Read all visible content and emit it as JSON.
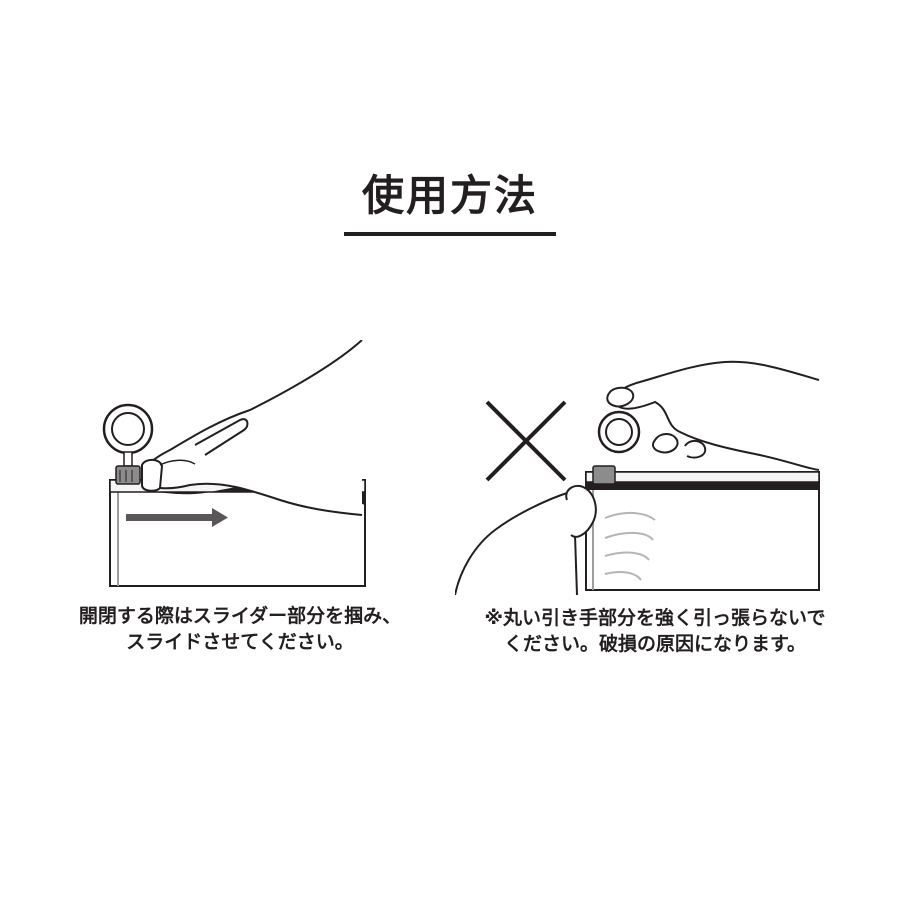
{
  "title": "使用方法",
  "left_panel": {
    "caption_line1": "開閉する際はスライダー部分を掴み、",
    "caption_line2": "スライドさせてください。"
  },
  "right_panel": {
    "marker": "×",
    "caption_line1": "※丸い引き手部分を強く引っ張らないで",
    "caption_line2": "ください。破損の原因になります。"
  }
}
